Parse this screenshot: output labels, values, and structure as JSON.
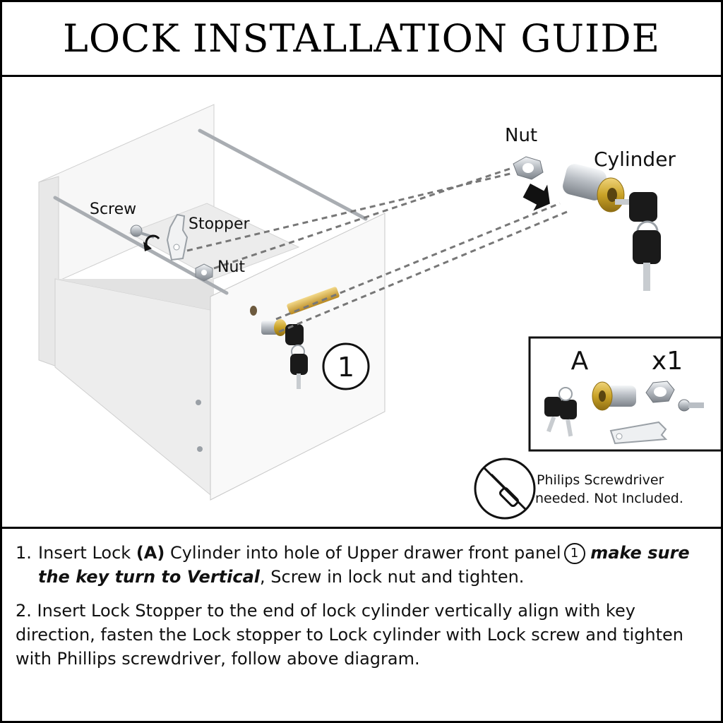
{
  "title": "LOCK INSTALLATION GUIDE",
  "labels": {
    "nut_top": "Nut",
    "cylinder": "Cylinder",
    "screw": "Screw",
    "stopper": "Stopper",
    "nut_inner": "Nut",
    "step_marker": "1"
  },
  "parts_box": {
    "label": "A",
    "quantity": "x1"
  },
  "tool_note": {
    "line1": "Philips Screwdriver",
    "line2": "needed. Not Included."
  },
  "steps": [
    {
      "number": "1.",
      "prefix": "Insert Lock ",
      "bold": "(A)",
      "mid": " Cylinder into hole of Upper drawer front panel",
      "marker": "1",
      "emphasis": "make sure the key turn to Vertical",
      "suffix": ", Screw in lock nut and tighten."
    },
    {
      "number": "2.",
      "text": "Insert Lock Stopper to the end of lock cylinder vertically align with key direction, fasten the Lock stopper to Lock cylinder with Lock screw and tighten with Phillips screwdriver, follow above diagram."
    }
  ],
  "colors": {
    "brass": "#c9a227",
    "panel": "#f2f2f2",
    "key": "#1a1a1a",
    "metal": "#c8ccd0"
  }
}
